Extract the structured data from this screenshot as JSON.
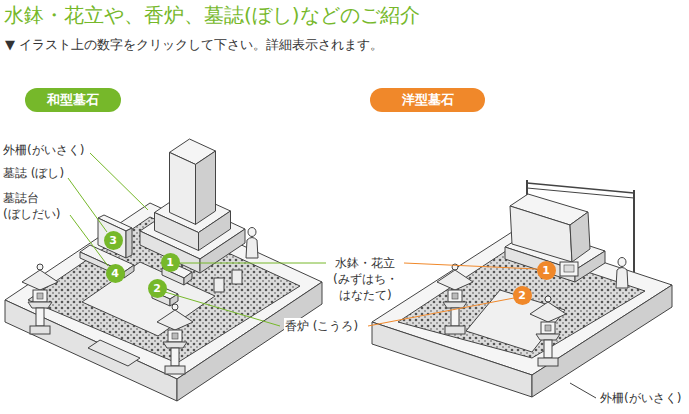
{
  "diagram": {
    "title": "水鉢・花立や、香炉、墓誌(ぼし)などのご紹介",
    "nodes": [
      {
        "text": [
          "和型墓石"
        ]
      },
      {
        "text": [
          "3"
        ]
      },
      {
        "text": [
          "4"
        ]
      },
      {
        "text": [
          "1"
        ]
      },
      {
        "text": [
          "2"
        ]
      },
      {
        "text": [
          "洋型墓石"
        ]
      },
      {
        "text": [
          "1"
        ]
      },
      {
        "text": [
          "2"
        ]
      }
    ],
    "labels": [
      "▼ イラスト上の数字をクリックして下さい。詳細表示されます。",
      "外柵(がいさく)",
      "墓誌 (ぼし)",
      "墓誌台 (ぼしだい)",
      "水鉢・花立 (みずはち・はなたて)",
      "香炉 (こうろ)",
      "外柵(がいさく)"
    ]
  }
}
